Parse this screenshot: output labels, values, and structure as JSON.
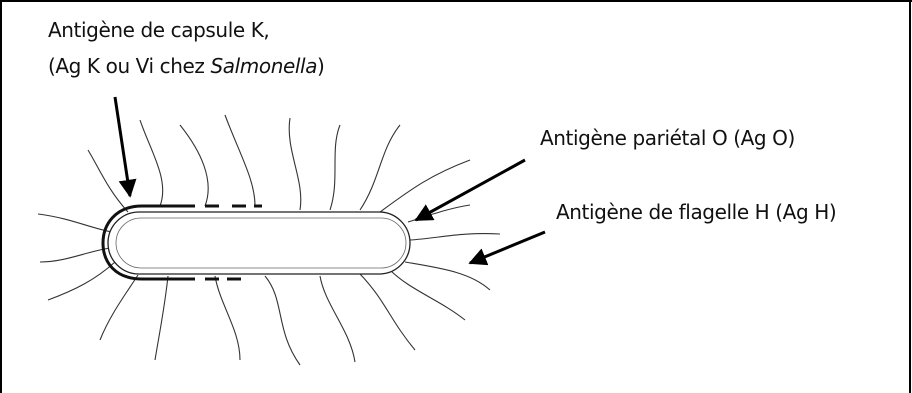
{
  "labels": {
    "capsule_line1": "Antigène de capsule K,",
    "capsule_line2_prefix": "(Ag K ou Vi chez ",
    "capsule_line2_italic": "Salmonella",
    "capsule_line2_suffix": ")",
    "parietal": "Antigène pariétal O (Ag O)",
    "flagella": "Antigène de flagelle H (Ag H)"
  },
  "colors": {
    "stroke": "#000000",
    "background": "#ffffff"
  }
}
